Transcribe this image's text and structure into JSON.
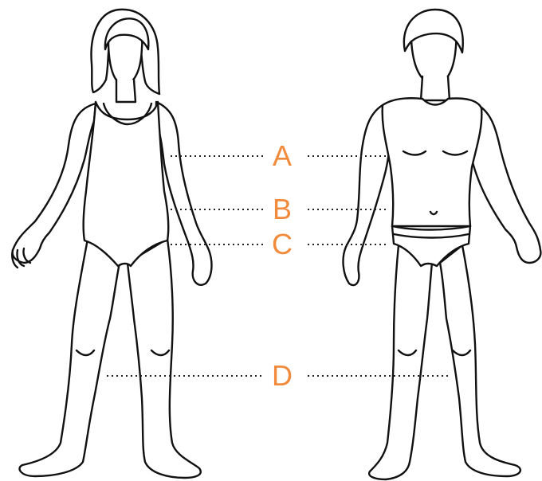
{
  "diagram": {
    "figures": [
      {
        "id": "girl"
      },
      {
        "id": "boy"
      }
    ],
    "measurements": [
      {
        "label": "A"
      },
      {
        "label": "B"
      },
      {
        "label": "C"
      },
      {
        "label": "D"
      }
    ]
  },
  "colors": {
    "label": "#f28a3c",
    "outline": "#111111",
    "guide": "#222222",
    "background": "#ffffff"
  },
  "icons": {
    "girl": "girl-figure-icon",
    "boy": "boy-figure-icon"
  }
}
